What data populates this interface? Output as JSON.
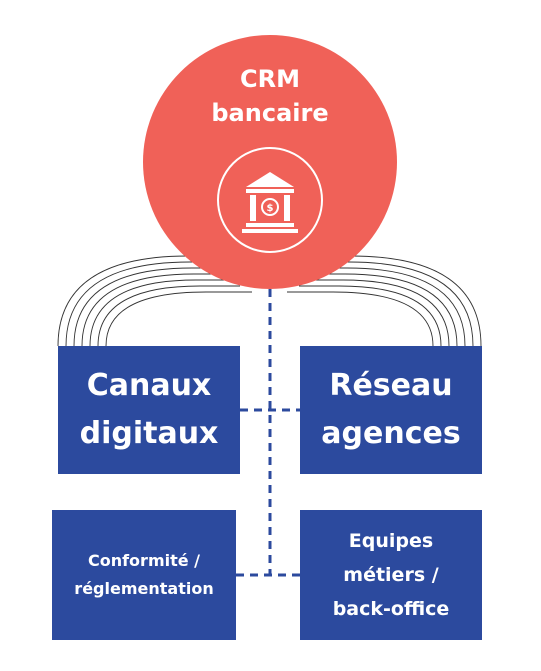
{
  "center": {
    "title": "CRM\nbancaire",
    "icon": "bank-icon",
    "color": "#f06158"
  },
  "boxes": {
    "digital": "Canaux\ndigitaux",
    "agencies": "Réseau\nagences",
    "compliance": "Conformité /\nréglementation",
    "teams": "Equipes\nmétiers /\nback-office"
  },
  "colors": {
    "box": "#2c4a9e",
    "connector": "#2c4a9e"
  }
}
